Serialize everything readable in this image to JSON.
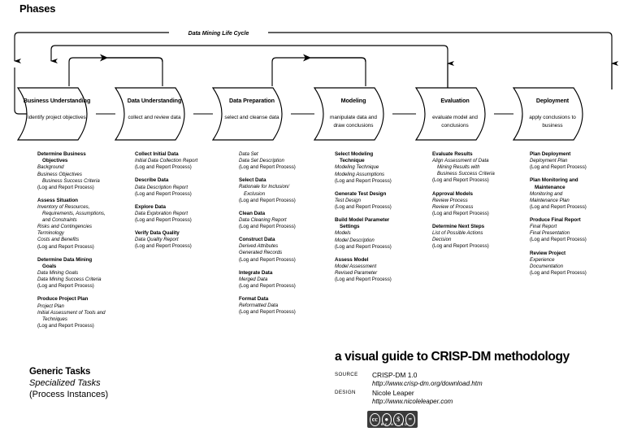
{
  "header": {
    "phases_label": "Phases"
  },
  "diagram": {
    "cycle_label": "Data Mining Life Cycle",
    "phases": [
      {
        "name": "Business Understanding",
        "desc": [
          "identify project objectives"
        ]
      },
      {
        "name": "Data Understanding",
        "desc": [
          "collect and review data"
        ]
      },
      {
        "name": "Data Preparation",
        "desc": [
          "select and cleanse data"
        ]
      },
      {
        "name": "Modeling",
        "desc": [
          "manipulate data and",
          "draw conclusions"
        ]
      },
      {
        "name": "Evaluation",
        "desc": [
          "evaluate model and",
          "conclusions"
        ]
      },
      {
        "name": "Deployment",
        "desc": [
          "apply conclusions to",
          "business"
        ]
      }
    ]
  },
  "columns": [
    {
      "phase": "Business Understanding",
      "groups": [
        {
          "title": [
            "Determine Business",
            "Objectives"
          ],
          "items": [
            "Background",
            "Business Objectives",
            "Business Success Criteria"
          ],
          "process": "(Log and Report Process)"
        },
        {
          "title": [
            "Assess Situation"
          ],
          "items": [
            "Inventory of Resources,",
            "Requirements, Assumptions,",
            "and Constraints",
            "Risks and Contingencies",
            "Terminology",
            "Costs and Benefits"
          ],
          "process": "(Log and Report Process)"
        },
        {
          "title": [
            "Determine Data Mining",
            "Goals"
          ],
          "items": [
            "Data Mining Goals",
            "Data Mining Success Criteria"
          ],
          "process": "(Log and Report Process)"
        },
        {
          "title": [
            "Produce Project Plan"
          ],
          "items": [
            "Project Plan",
            "Initial Assessment of Tools and",
            "Techniques"
          ],
          "process": "(Log and Report Process)"
        }
      ]
    },
    {
      "phase": "Data Understanding",
      "groups": [
        {
          "title": [
            "Collect Initial Data"
          ],
          "items": [
            "Initial Data Collection Report"
          ],
          "process": "(Log and Report Process)"
        },
        {
          "title": [
            "Describe Data"
          ],
          "items": [
            "Data Description Report"
          ],
          "process": "(Log and Report Process)"
        },
        {
          "title": [
            "Explore Data"
          ],
          "items": [
            "Data Exploration Report"
          ],
          "process": "(Log and Report Process)"
        },
        {
          "title": [
            "Verify Data Quality"
          ],
          "items": [
            "Data Quality Report"
          ],
          "process": "(Log and Report Process)"
        }
      ]
    },
    {
      "phase": "Data Preparation",
      "groups": [
        {
          "title": [],
          "items": [
            "Data Set",
            "Data Set Description"
          ],
          "process": "(Log and Report Process)"
        },
        {
          "title": [
            "Select Data"
          ],
          "items": [
            "Rationale for Inclusion/",
            "Exclusion"
          ],
          "process": "(Log and Report Process)"
        },
        {
          "title": [
            "Clean Data"
          ],
          "items": [
            "Data Cleaning Report"
          ],
          "process": "(Log and Report Process)"
        },
        {
          "title": [
            "Construct Data"
          ],
          "items": [
            "Derived Attributes",
            "Generated Records"
          ],
          "process": "(Log and Report Process)"
        },
        {
          "title": [
            "Integrate Data"
          ],
          "items": [
            "Merged Data"
          ],
          "process": "(Log and Report Process)"
        },
        {
          "title": [
            "Format Data"
          ],
          "items": [
            "Reformatted Data"
          ],
          "process": "(Log and Report Process)"
        }
      ]
    },
    {
      "phase": "Modeling",
      "groups": [
        {
          "title": [
            "Select Modeling",
            "Technique"
          ],
          "items": [
            "Modeling Technique",
            "Modeling Assumptions"
          ],
          "process": "(Log and Report Process)"
        },
        {
          "title": [
            "Generate Test Design"
          ],
          "items": [
            "Test Design"
          ],
          "process": "(Log and Report Process)"
        },
        {
          "title": [
            "Build Model Parameter",
            "Settings"
          ],
          "items": [
            "Models",
            "Model Description"
          ],
          "process": "(Log and Report Process)"
        },
        {
          "title": [
            "Assess Model"
          ],
          "items": [
            "Model Assessment",
            "Revised Parameter"
          ],
          "process": "(Log and Report Process)"
        }
      ]
    },
    {
      "phase": "Evaluation",
      "groups": [
        {
          "title": [
            "Evaluate Results"
          ],
          "items": [
            "Align Assessment of Data",
            "Mining Results with",
            "Business Success Criteria"
          ],
          "process": "(Log and Report Process)"
        },
        {
          "title": [
            "Approval Models"
          ],
          "items": [
            "Review Process",
            "Review of Process"
          ],
          "process": "(Log and Report Process)"
        },
        {
          "title": [
            "Determine Next Steps"
          ],
          "items": [
            "List of Possible Actions",
            "Decision"
          ],
          "process": "(Log and Report Process)"
        }
      ]
    },
    {
      "phase": "Deployment",
      "groups": [
        {
          "title": [
            "Plan Deployment"
          ],
          "items": [
            "Deployment Plan"
          ],
          "process": "(Log and Report Process)"
        },
        {
          "title": [
            "Plan Monitoring and",
            "Maintenance"
          ],
          "items": [
            "Monitoring and",
            "Maintenance Plan"
          ],
          "process": "(Log and Report Process)"
        },
        {
          "title": [
            "Produce Final Report"
          ],
          "items": [
            "Final Report",
            "Final Presentation"
          ],
          "process": "(Log and Report Process)"
        },
        {
          "title": [
            "Review Project"
          ],
          "items": [
            "Experience",
            "Documentation"
          ],
          "process": "(Log and Report Process)"
        }
      ]
    }
  ],
  "legend": {
    "generic": "Generic Tasks",
    "specialized": "Specialized Tasks",
    "instances": "(Process Instances)"
  },
  "credits": {
    "title": "a visual guide to CRISP-DM methodology",
    "source_key": "SOURCE",
    "source_value": "CRISP-DM 1.0",
    "source_url": "http://www.crisp-dm.org/download.htm",
    "design_key": "DESIGN",
    "design_value": "Nicole Leaper",
    "design_url": "http://www.nicoleleaper.com",
    "license": "cc-by-nc-nd-badge",
    "license_glyphs": [
      "cc",
      "by",
      "nc",
      "nd"
    ],
    "license_sub": "BY   NC   ND"
  },
  "colors": {
    "ink": "#000000",
    "paper": "#ffffff",
    "badge": "#3b3b3b"
  }
}
